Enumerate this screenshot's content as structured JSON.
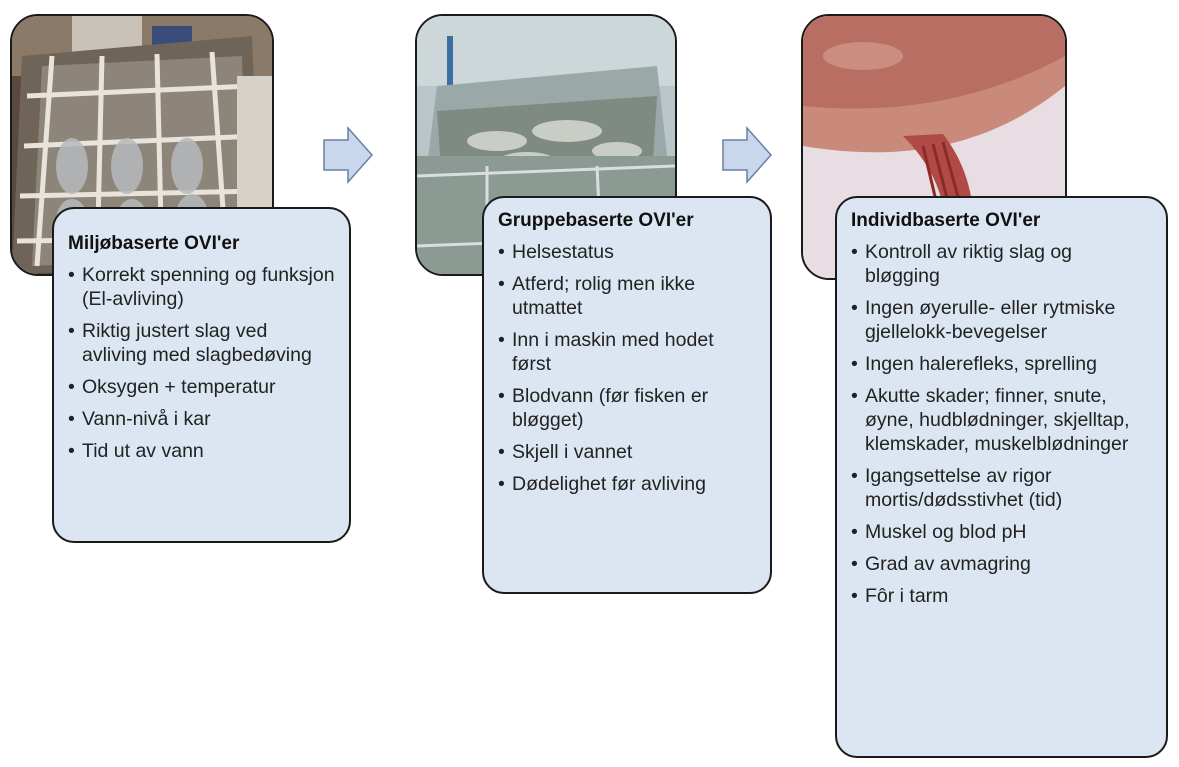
{
  "steps": [
    {
      "title": "Miljøbaserte OVI'er",
      "items": [
        "Korrekt spenning og funksjon (El-avliving)",
        "Riktig justert slag ved avliving med slagbedøving",
        "Oksygen + temperatur",
        "Vann-nivå i kar",
        "Tid ut av vann"
      ]
    },
    {
      "title": "Gruppebaserte OVI'er",
      "items": [
        "Helsestatus",
        "Atferd; rolig men ikke utmattet",
        "Inn i maskin med hodet først",
        "Blodvann (før fisken er bløgget)",
        "Skjell i vannet",
        "Dødelighet før avliving"
      ]
    },
    {
      "title": "Individbaserte OVI'er",
      "items": [
        "Kontroll av riktig slag og bløgging",
        "Ingen øyerulle- eller rytmiske gjellelokk-bevegelser",
        "Ingen halerefleks, sprelling",
        "Akutte skader; finner, snute, øyne, hudblødninger, skjelltap, klemskader, muskelblødninger",
        "Igangsettelse av rigor mortis/dødsstivhet (tid)",
        "Muskel og blod pH",
        "Grad av avmagring",
        "Fôr i tarm"
      ]
    }
  ],
  "colors": {
    "card_fill": "#dbe6f2",
    "card_border": "#1a1a1a",
    "arrow_fill": "#c9d7ec",
    "arrow_stroke": "#6b7fa6"
  }
}
